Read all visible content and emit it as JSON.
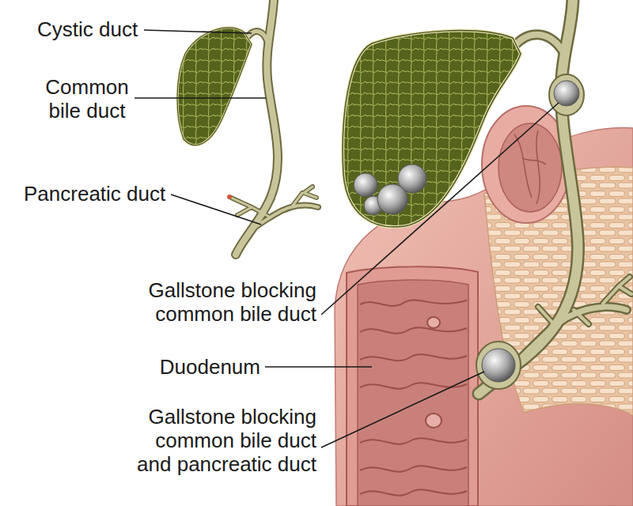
{
  "diagram": {
    "labels": [
      "Cystic duct",
      "Common bile duct",
      "Pancreatic duct",
      "Gallstone blocking common bile duct",
      "Duodenum",
      "Gallstone blocking common bile duct and pancreatic duct"
    ]
  }
}
